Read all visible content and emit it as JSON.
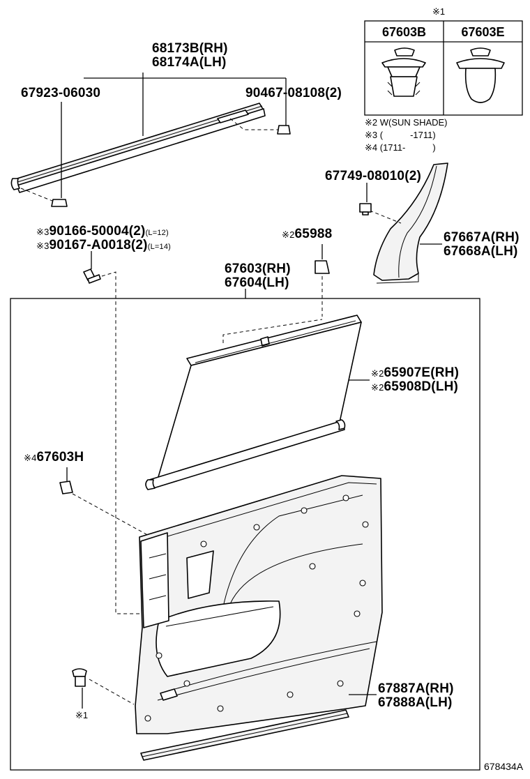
{
  "callout_box": {
    "mark": "※1",
    "col1": "67603B",
    "col2": "67603E"
  },
  "notes": {
    "n2": "※2 W(SUN SHADE)",
    "n3": "※3 (　　　-1711)",
    "n4": "※4 (1711-　　　)"
  },
  "labels": {
    "rh_68173b": "68173B(RH)",
    "lh_68174a": "68174A(LH)",
    "p67923": "67923-06030",
    "p90467": "90467-08108(2)",
    "p67749": "67749-08010(2)",
    "p90166_mark": "※3",
    "p90166": "90166-50004(2)",
    "p90166_len": "(L=12)",
    "p90167_mark": "※3",
    "p90167": "90167-A0018(2)",
    "p90167_len": "(L=14)",
    "p65988_mark": "※2",
    "p65988": "65988",
    "p67667a": "67667A(RH)",
    "p67668a": "67668A(LH)",
    "p67603": "67603(RH)",
    "p67604": "67604(LH)",
    "p65907_mark": "※2",
    "p65907e": "65907E(RH)",
    "p65908_mark": "※2",
    "p65908d": "65908D(LH)",
    "p67603h_mark": "※4",
    "p67603h": "67603H",
    "p67887a": "67887A(RH)",
    "p67888a": "67888A(LH)",
    "clip_mark": "※1",
    "figure_id": "678434A"
  }
}
